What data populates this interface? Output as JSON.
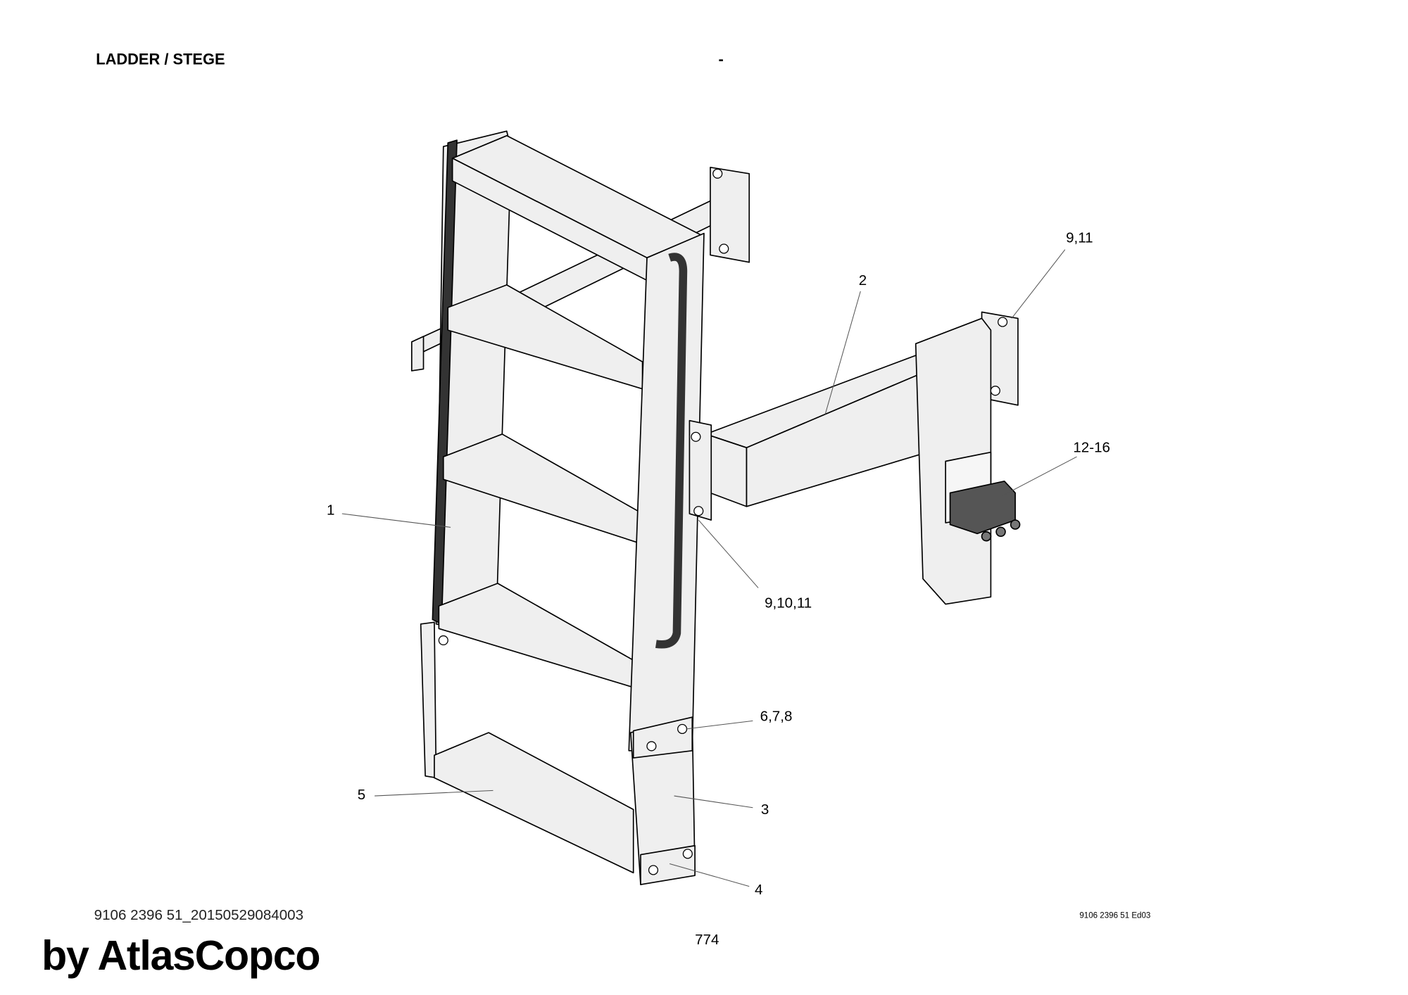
{
  "header": {
    "title": "LADDER / STEGE",
    "separator": "-"
  },
  "callouts": [
    {
      "id": "1",
      "label": "1"
    },
    {
      "id": "2",
      "label": "2"
    },
    {
      "id": "9-11",
      "label": "9,11"
    },
    {
      "id": "12-16",
      "label": "12-16"
    },
    {
      "id": "9-10-11",
      "label": "9,10,11"
    },
    {
      "id": "6-7-8",
      "label": "6,7,8"
    },
    {
      "id": "3",
      "label": "3"
    },
    {
      "id": "5",
      "label": "5"
    },
    {
      "id": "4",
      "label": "4"
    }
  ],
  "drawing_code": "9106 2396 51 Ed03",
  "footer": {
    "doc_id": "9106 2396 51_20150529084003",
    "page_number": "774",
    "watermark": "by AtlasCopco"
  }
}
